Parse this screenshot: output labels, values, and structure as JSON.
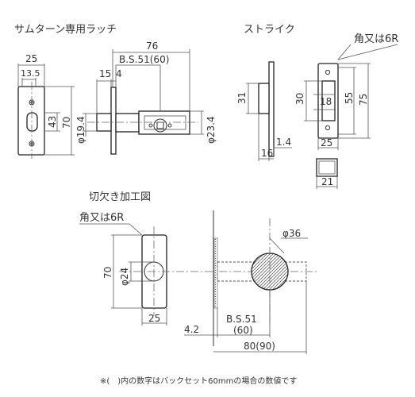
{
  "views": {
    "latch_title": "サムターン専用ラッチ",
    "strike_title": "ストライク",
    "cutout_title": "切欠き加工図"
  },
  "latch": {
    "dims": {
      "w25": "25",
      "w13_5": "13.5",
      "h43": "43",
      "h70": "70",
      "d76": "76",
      "bs": "B.S.51(60)",
      "d15": "15",
      "d4": "4",
      "phi19_4": "φ19.4",
      "phi23_4": "φ23.4"
    }
  },
  "strike": {
    "dims": {
      "corner": "角又は6R",
      "h31": "31",
      "d1_4": "1.4",
      "d16": "16",
      "h30": "30",
      "w18": "18",
      "h55": "55",
      "h75": "75",
      "w25": "25",
      "w21": "21"
    }
  },
  "cutout": {
    "dims": {
      "corner": "角又は6R",
      "h70": "70",
      "phi24": "φ24",
      "w25": "25",
      "phi36": "φ36",
      "t4_2": "4.2",
      "bs": "B.S.51",
      "bs_alt": "(60)",
      "total": "80(90)"
    }
  },
  "footnote": "※(　)内の数字はバックセット60mmの場合の数値です"
}
